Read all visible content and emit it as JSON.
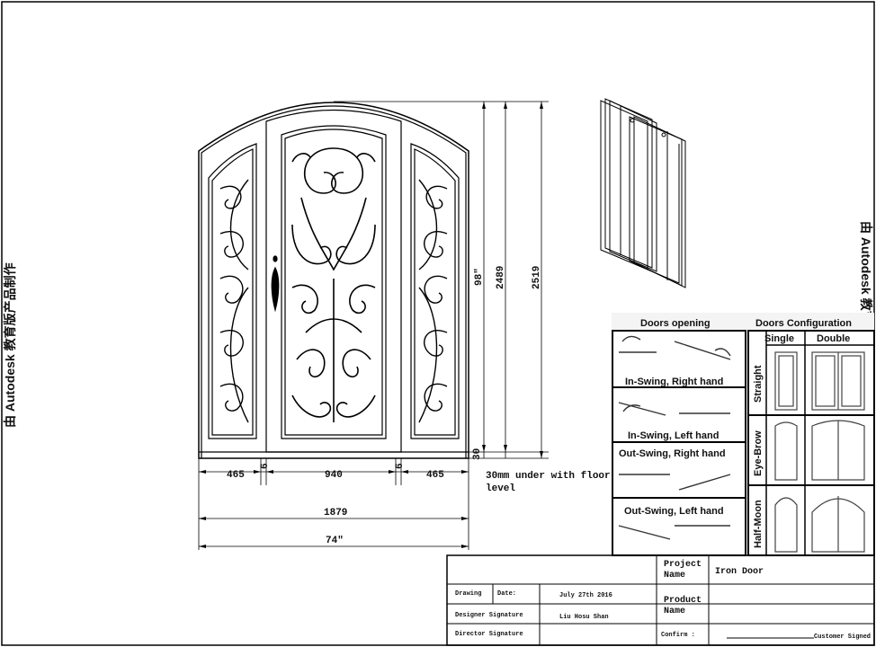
{
  "watermark": {
    "left": "由 Autodesk 教育版产品制作",
    "right": "由 Autodesk 教育版产品制作"
  },
  "dimensions": {
    "bottom_row": [
      "465",
      "6",
      "940",
      "6",
      "465"
    ],
    "overall_mm": "1879",
    "overall_in": "74″",
    "height_in": "98″",
    "height_a": "2489",
    "height_b": "2519",
    "threshold": "30",
    "floor_note_line1": "30mm under with floor",
    "floor_note_line2": "level"
  },
  "legend": {
    "opening_title": "Doors opening",
    "config_title": "Doors Configuration",
    "opening_items": [
      "In-Swing, Right hand",
      "In-Swing, Left hand",
      "Out-Swing, Right hand",
      "Out-Swing, Left hand"
    ],
    "config_cols": [
      "Single",
      "Double"
    ],
    "config_rows": [
      "Straight",
      "Eye-Brow",
      "Half-Moon"
    ]
  },
  "title_block": {
    "drawing_label": "Drawing",
    "date_label": "Date:",
    "date_value": "July 27th 2016",
    "designer_label": "Designer Signature",
    "designer_value": "Liu Hosu Shan",
    "director_label": "Director Signature",
    "project_label_1": "Project",
    "project_label_2": "Name",
    "project_value": "Iron Door",
    "product_label_1": "Product",
    "product_label_2": "Name",
    "confirm_label": "Confirm :",
    "customer_label": "Customer Signed"
  }
}
